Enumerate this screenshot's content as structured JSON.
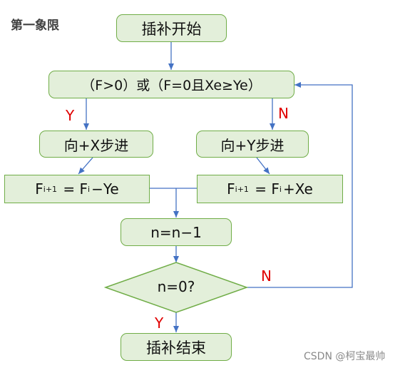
{
  "heading": "第一象限",
  "nodes": {
    "start": "插补开始",
    "condition": "（F>0）或（F=0且Xe≥Ye）",
    "step_x": "向+X步进",
    "step_y": "向+Y步进",
    "update_x": {
      "pre": "F",
      "sub": "i+1",
      "mid": " = F",
      "sub2": "i",
      "post": "−Ye"
    },
    "update_y": {
      "pre": "F",
      "sub": "i+1",
      "mid": " = F",
      "sub2": "i",
      "post": "+Xe"
    },
    "decrement": "n=n−1",
    "check": "n=0?",
    "end": "插补结束"
  },
  "edge_labels": {
    "cond_yes": "Y",
    "cond_no": "N",
    "check_no": "N",
    "check_yes": "Y"
  },
  "watermark": "CSDN @柯宝最帅",
  "colors": {
    "fill": "#e3efda",
    "border": "#70ad47",
    "arrow": "#4472c4",
    "label": "#e00000"
  }
}
